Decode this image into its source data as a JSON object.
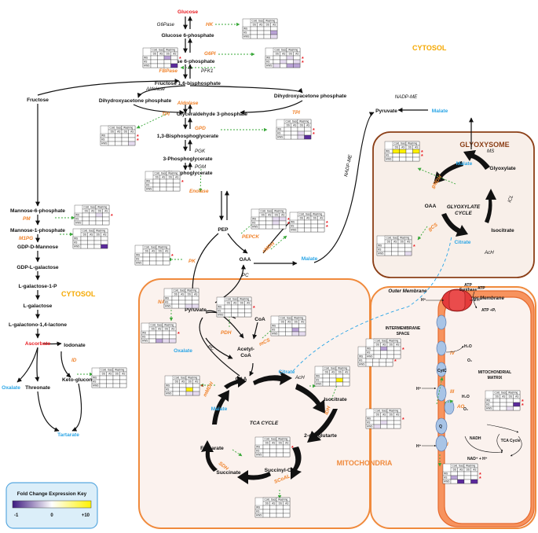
{
  "labels": {
    "cytosol_top": "CYTOSOL",
    "cytosol_left": "CYTOSOL",
    "glyoxysome": "GLYOXYSOME",
    "glyoxylate_cycle_1": "GLYOXYLATE",
    "glyoxylate_cycle_2": "CYCLE",
    "tca_cycle": "TCA CYCLE",
    "mitochondria": "MITOCHONDRIA",
    "outer_membrane": "Outer Membrane",
    "inner_membrane": "Inner Membrane",
    "intermembrane_1": "INTERMEMBRANE",
    "intermembrane_2": "SPACE",
    "matrix_1": "MITOCHONDRIAL",
    "matrix_2": "MATRIX",
    "atp_synthase_1": "ATP",
    "atp_synthase_2": "Synthase"
  },
  "metabolites": {
    "glucose": "Glucose",
    "g6p": "Glucose 6-phosphate",
    "f6p": "Fructose 6-phosphate",
    "f16bp": "Fructose 1,6-bisphosphate",
    "dhap_left": "Dihydroxyacetone phosphate",
    "dhap_right": "Dihydroxyacetone phosphate",
    "g3p": "Glyceraldehyde 3-phosphate",
    "bpg13": "1,3-Bisphosphoglycerate",
    "pga3": "3-Phosphoglycerate",
    "pga2": "2-Phosphoglycerate",
    "pep": "PEP",
    "oaa_cyt": "OAA",
    "malate_cyt": "Malate",
    "pyruvate_top": "Pyruvate",
    "malate_top": "Malate",
    "fructose": "Fructose",
    "m6p": "Mannose-6-phosphate",
    "m1p": "Mannose-1-phosphate",
    "gdpm": "GDP-D-Mannose",
    "lgal1p": "GDP-L-galactose",
    "lgalactose1p": "L-galactose-1-P",
    "lgalactose": "L-galactose",
    "lgalactono": "L-galactono-1,4-lactone",
    "ascorbate": "Ascorbate",
    "iodonate": "Iodonate",
    "ketogluconate": "Keto-gluconate",
    "oxalate_left": "Oxalate",
    "threonate": "Threonate",
    "tartarate": "Tartarate",
    "pyruvate_tca": "Pyruvate",
    "acetyl_coa_1": "Acetyl-",
    "acetyl_coa_2": "CoA",
    "coa": "CoA",
    "oxalate_tca": "Oxalate",
    "oaa_tca": "OAA",
    "citrate_tca": "Citrate",
    "isocitrate_tca": "Isocitrate",
    "oxoglutarate": "2-oxoglutarte",
    "succinyl_coa": "Succinyl-CoA",
    "succinate": "Succinate",
    "fumarate": "Fumarate",
    "malate_tca": "Malate",
    "malate_gly": "Malate",
    "oaa_gly": "OAA",
    "citrate_gly": "Citrate",
    "isocitrate_gly": "Isocitrate",
    "glyoxylate": "Glyoxylate",
    "h_plus_1": "H⁺",
    "h_plus_2": "H⁺",
    "h_plus_3": "H⁺",
    "h_plus_4": "H⁺",
    "atp": "ATP",
    "adp": "ATP +Pᵢ",
    "h2o_1": "H₂O",
    "o2_1": "O₂",
    "h2o_2": "H₂O",
    "o2_2": "O₂",
    "nadh": "NADH",
    "nad": "NAD⁺ + H⁺",
    "tca_small": "TCA Cycle"
  },
  "enzymes": {
    "hk": "HK",
    "g6pi": "G6PI",
    "g6pase": "G6Pase",
    "fbpase": "FBPase",
    "pfk1": "PFK1",
    "aldolase_left": "Aldolase",
    "aldolase_mid": "Aldolase",
    "tpi_left": "TPI",
    "tpi_right": "TPI",
    "gpd": "GPD",
    "pgk": "PGK",
    "pgm": "PGM",
    "enolase": "Enolase",
    "pk": "PK",
    "pepck": "PEPCK",
    "cmdh": "cMDH",
    "nadp_me_top": "NADP-ME",
    "nadp_me_side": "NADP-ME",
    "pc": "PC",
    "pm": "PM",
    "m1pg": "M1PG",
    "id": "ID",
    "nad_me": "NAD-ME",
    "pdh": "PDH",
    "pc_tca": "PC",
    "mcs": "mCS",
    "ach_tca": "AcH",
    "idh": "IDH",
    "mmdh": "mMDH",
    "sdh": "SDH",
    "scoal": "SCoAL",
    "gmdh": "gMDH",
    "ms": "MS",
    "icl": "ICL",
    "gcs": "gCS",
    "ach_gly": "AcH",
    "iv": "IV",
    "iii": "III",
    "ao": "AO",
    "cytc": "CytC",
    "q": "Q",
    "i": "I"
  },
  "table": {
    "h_cold": "Cold. Sacc.",
    "h_wash": "Washing",
    "ds": "DS",
    "as": "AS",
    "r1": "WS",
    "r2": "HS",
    "r3": "HWS"
  },
  "key": {
    "title": "Fold Change Expression Key",
    "min": "-1",
    "mid": "0",
    "max": "+10"
  },
  "colors": {
    "down": "#5b2a9c",
    "mid": "#ffffff",
    "up": "#fff200",
    "enzyme": "#f0822a",
    "cytosol_label": "#f5a800",
    "glyoxysome_border": "#8b3e16",
    "mito_border": "#f08a3c",
    "membrane_fill": "#f7935e"
  }
}
